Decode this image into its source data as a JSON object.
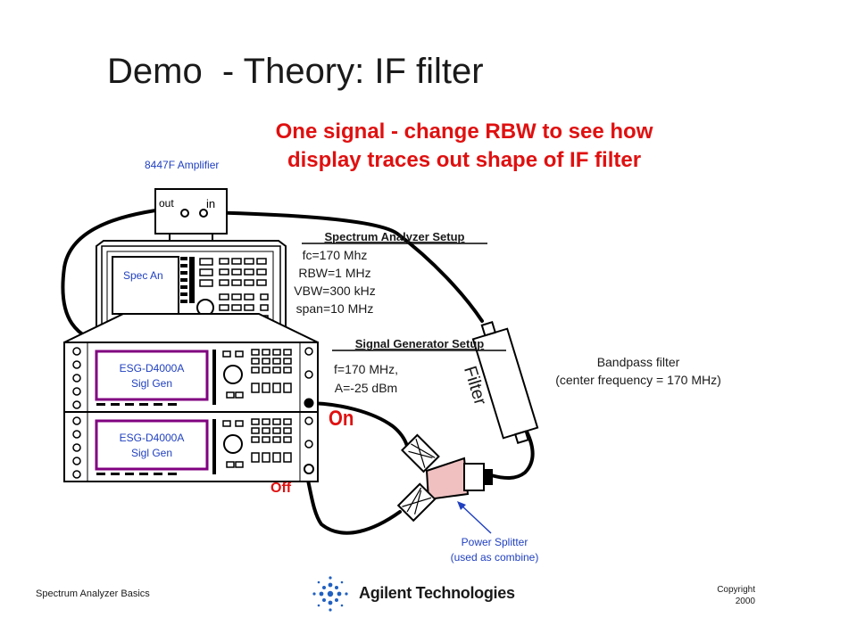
{
  "slide": {
    "title": "Demo  - Theory: IF filter",
    "subtitle_line1": "One signal - change RBW to see how",
    "subtitle_line2": "display traces out shape of IF filter"
  },
  "amplifier": {
    "label": "8447F Amplifier",
    "port_out": "out",
    "port_in": "in"
  },
  "spectrum_analyzer": {
    "label": "Spec An"
  },
  "sa_setup": {
    "heading": "Spectrum  Analyzer  Setup",
    "lines": [
      "fc=170 Mhz",
      "RBW=1 MHz",
      "VBW=300 kHz",
      "span=10 MHz"
    ]
  },
  "sig_gen_setup": {
    "heading": "Signal  Generator  Setup",
    "lines": [
      "f=170 MHz,",
      "A=-25 dBm"
    ]
  },
  "sig_gen_top": {
    "model": "ESG-D4000A",
    "name": "Sigl Gen",
    "state": "On"
  },
  "sig_gen_bottom": {
    "model": "ESG-D4000A",
    "name": "Sigl Gen",
    "state": "Off"
  },
  "filter": {
    "label": "Filter",
    "desc_line1": "Bandpass  filter",
    "desc_line2": "(center frequency = 170 MHz)"
  },
  "splitter": {
    "line1": "Power Splitter",
    "line2": "(used as combine)"
  },
  "footer": {
    "left": "Spectrum Analyzer Basics",
    "brand": "Agilent Technologies",
    "copyright_line1": "Copyright",
    "copyright_line2": "2000"
  },
  "colors": {
    "title": "#1a1a1a",
    "accent_red": "#e01010",
    "label_blue": "#2040c0",
    "instrument_purple": "#800080"
  }
}
